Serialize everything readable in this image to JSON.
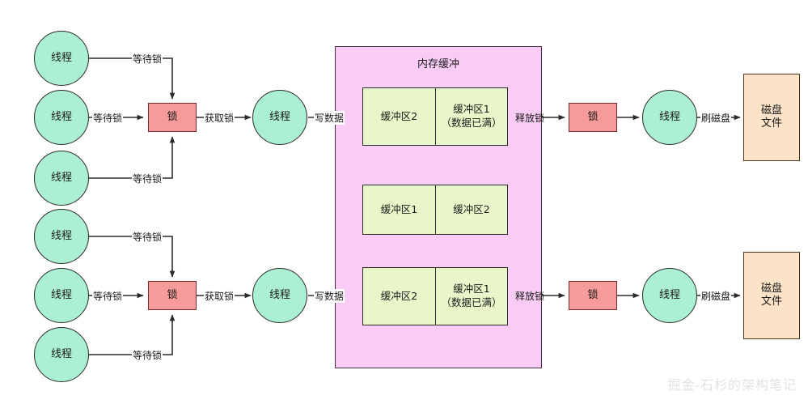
{
  "diagram": {
    "watermark": "掘金-石杉的架构笔记",
    "labels": {
      "thread": "线程",
      "lock": "锁",
      "disk_file_line1": "磁盘",
      "disk_file_line2": "文件",
      "wait_lock": "等待锁",
      "acquire_lock": "获取锁",
      "write_data": "写数据",
      "release_lock": "释放锁",
      "flush_disk": "刷磁盘"
    },
    "memory_buffer": {
      "title": "内存缓冲",
      "rows": [
        {
          "cells": [
            {
              "name": "缓冲区2",
              "note": ""
            },
            {
              "name": "缓冲区1",
              "note": "（数据已满）"
            }
          ]
        },
        {
          "cells": [
            {
              "name": "缓冲区1",
              "note": ""
            },
            {
              "name": "缓冲区2",
              "note": ""
            }
          ]
        },
        {
          "cells": [
            {
              "name": "缓冲区2",
              "note": ""
            },
            {
              "name": "缓冲区1",
              "note": "（数据已满）"
            }
          ]
        }
      ]
    },
    "groups": [
      {
        "id": "upper",
        "waiting_threads": [
          "线程",
          "线程",
          "线程"
        ],
        "lock": "锁",
        "writer_thread": "线程",
        "flusher_lock": "锁",
        "flusher_thread": "线程",
        "disk_file": "磁盘文件"
      },
      {
        "id": "lower",
        "waiting_threads": [
          "线程",
          "线程",
          "线程"
        ],
        "lock": "锁",
        "writer_thread": "线程",
        "flusher_lock": "锁",
        "flusher_thread": "线程",
        "disk_file": "磁盘文件"
      }
    ],
    "colors": {
      "thread_fill": "#abf0d2",
      "lock_fill": "#f79a9a",
      "buffer_container_fill": "#f8ccf4",
      "buffer_cell_fill": "#e9f6c9",
      "disk_file_fill": "#fce3c8",
      "stroke": "#2b2b2b"
    }
  }
}
